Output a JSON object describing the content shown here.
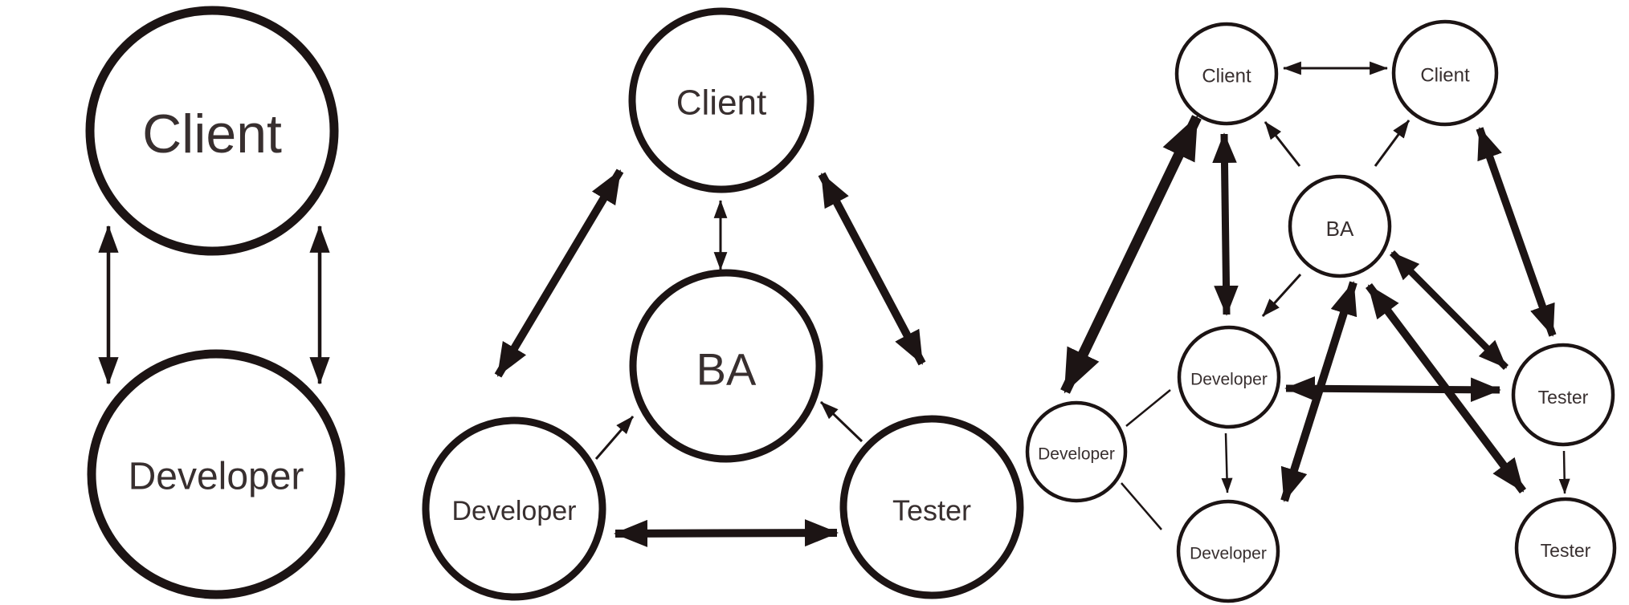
{
  "colors": {
    "background": "#ffffff",
    "ink": "#1c1414",
    "label": "#382f2f"
  },
  "panels": {
    "simple": {
      "nodes": {
        "client": {
          "label": "Client"
        },
        "developer": {
          "label": "Developer"
        }
      },
      "edges": [
        {
          "from": "client",
          "to": "developer",
          "weight": "thin",
          "heads": "both",
          "position": "left"
        },
        {
          "from": "client",
          "to": "developer",
          "weight": "thin",
          "heads": "both",
          "position": "right"
        }
      ]
    },
    "with_ba": {
      "nodes": {
        "client": {
          "label": "Client"
        },
        "ba": {
          "label": "BA"
        },
        "developer": {
          "label": "Developer"
        },
        "tester": {
          "label": "Tester"
        }
      },
      "edges": [
        {
          "from": "developer",
          "to": "client",
          "weight": "thick",
          "heads": "both"
        },
        {
          "from": "client",
          "to": "tester",
          "weight": "thick",
          "heads": "both"
        },
        {
          "from": "client",
          "to": "ba",
          "weight": "thin",
          "heads": "both"
        },
        {
          "from": "developer",
          "to": "ba",
          "weight": "thin",
          "heads": "end"
        },
        {
          "from": "tester",
          "to": "ba",
          "weight": "thin",
          "heads": "end"
        },
        {
          "from": "developer",
          "to": "tester",
          "weight": "thick",
          "heads": "both"
        }
      ]
    },
    "scaled": {
      "nodes": {
        "client_left": {
          "label": "Client"
        },
        "client_right": {
          "label": "Client"
        },
        "ba": {
          "label": "BA"
        },
        "developer_mid": {
          "label": "Developer"
        },
        "developer_left": {
          "label": "Developer"
        },
        "developer_bottom": {
          "label": "Developer"
        },
        "tester_right": {
          "label": "Tester"
        },
        "tester_bottom": {
          "label": "Tester"
        }
      },
      "edges": [
        {
          "from": "client_left",
          "to": "client_right",
          "weight": "thin",
          "heads": "both"
        },
        {
          "from": "ba",
          "to": "client_left",
          "weight": "thin",
          "heads": "end"
        },
        {
          "from": "ba",
          "to": "client_right",
          "weight": "thin",
          "heads": "end"
        },
        {
          "from": "client_left",
          "to": "developer_mid",
          "weight": "thick",
          "heads": "both"
        },
        {
          "from": "client_left",
          "to": "developer_left",
          "weight": "heavy",
          "heads": "both"
        },
        {
          "from": "client_right",
          "to": "tester_right",
          "weight": "thick",
          "heads": "both"
        },
        {
          "from": "ba",
          "to": "developer_mid",
          "weight": "thin",
          "heads": "end"
        },
        {
          "from": "ba",
          "to": "tester_right",
          "weight": "thick",
          "heads": "both"
        },
        {
          "from": "ba",
          "to": "developer_bottom",
          "weight": "thick",
          "heads": "both"
        },
        {
          "from": "ba",
          "to": "tester_bottom",
          "weight": "thick",
          "heads": "both"
        },
        {
          "from": "developer_mid",
          "to": "tester_right",
          "weight": "thick",
          "heads": "both"
        },
        {
          "from": "developer_mid",
          "to": "developer_bottom",
          "weight": "thin",
          "heads": "end"
        },
        {
          "from": "developer_mid",
          "to": "developer_left",
          "weight": "thin",
          "heads": "none"
        },
        {
          "from": "developer_left",
          "to": "developer_bottom",
          "weight": "thin",
          "heads": "none"
        },
        {
          "from": "tester_right",
          "to": "tester_bottom",
          "weight": "thin",
          "heads": "end"
        }
      ]
    }
  }
}
